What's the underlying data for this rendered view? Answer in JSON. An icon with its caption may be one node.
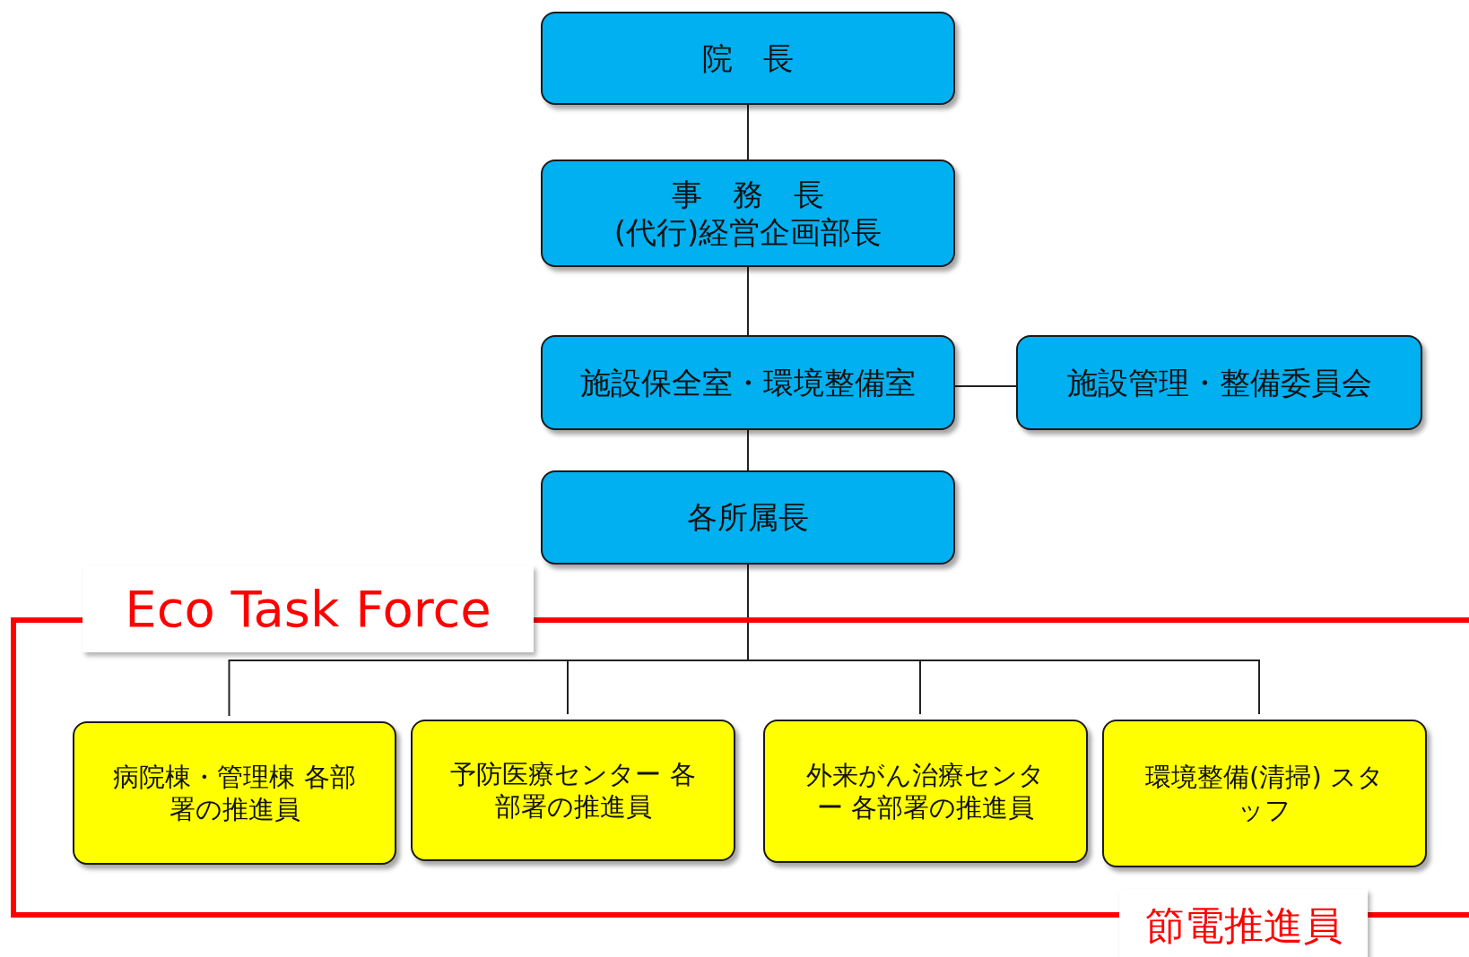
{
  "diagram": {
    "nodes": [
      {
        "text": [
          "院　長"
        ]
      },
      {
        "text": [
          "事　務　長",
          "(代行)経営企画部長"
        ]
      },
      {
        "text": [
          "施設保全室・環境整備室"
        ]
      },
      {
        "text": [
          "施設管理・整備委員会"
        ]
      },
      {
        "text": [
          "各所属長"
        ]
      },
      {
        "text": [
          "Eco Task Force",
          "節電推進員"
        ]
      },
      {
        "text": [
          "病院棟・管理棟 各部署の推進員"
        ],
        "in": 5
      },
      {
        "text": [
          "予防医療センター 各部署の推進員"
        ],
        "in": 5
      },
      {
        "text": [
          "外来がん治療センター 各部署の推進員"
        ],
        "in": 5
      },
      {
        "text": [
          "環境整備(清掃) スタッフ"
        ],
        "in": 5
      }
    ],
    "edges": [
      {
        "from": 0,
        "to": 1,
        "arrow": "none"
      },
      {
        "from": 1,
        "to": 2,
        "arrow": "none"
      },
      {
        "from": 2,
        "to": 3,
        "arrow": "none"
      },
      {
        "from": 2,
        "to": 4,
        "arrow": "none"
      },
      {
        "from": 4,
        "to": 6,
        "arrow": "none"
      },
      {
        "from": 4,
        "to": 7,
        "arrow": "none"
      },
      {
        "from": 4,
        "to": 8,
        "arrow": "none"
      },
      {
        "from": 4,
        "to": 9,
        "arrow": "none"
      }
    ]
  }
}
